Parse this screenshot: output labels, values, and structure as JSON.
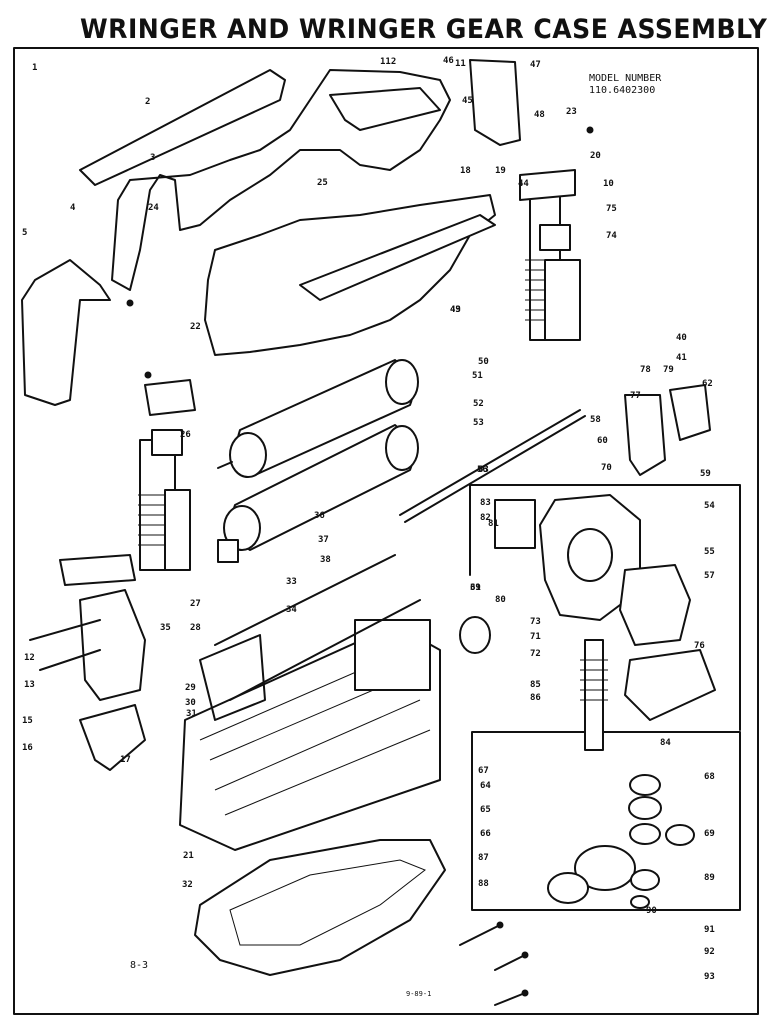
{
  "title": "WRINGER AND WRINGER GEAR CASE ASSEMBLY",
  "model": {
    "label": "MODEL NUMBER",
    "number": "110.6402300"
  },
  "page_number": "8-3",
  "print_code": "9-89-1",
  "callouts": [
    "1",
    "2",
    "3",
    "4",
    "5",
    "10",
    "11",
    "12",
    "13",
    "15",
    "16",
    "17",
    "18",
    "19",
    "20",
    "21",
    "22",
    "23",
    "24",
    "25",
    "26",
    "27",
    "28",
    "29",
    "30",
    "31",
    "32",
    "33",
    "34",
    "35",
    "36",
    "37",
    "38",
    "39",
    "40",
    "41",
    "43",
    "44",
    "45",
    "46",
    "47",
    "48",
    "49",
    "50",
    "51",
    "52",
    "53",
    "54",
    "55",
    "56",
    "57",
    "58",
    "59",
    "60",
    "61",
    "62",
    "63",
    "64",
    "65",
    "66",
    "67",
    "68",
    "69",
    "70",
    "71",
    "72",
    "73",
    "74",
    "75",
    "76",
    "77",
    "78",
    "79",
    "80",
    "81",
    "82",
    "83",
    "84",
    "85",
    "86",
    "87",
    "88",
    "89",
    "90",
    "91",
    "92",
    "93",
    "112"
  ]
}
